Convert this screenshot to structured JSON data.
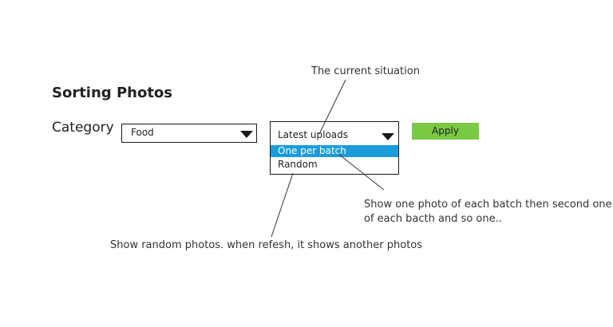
{
  "heading": "Sorting Photos",
  "filter": {
    "label": "Category",
    "value": "Food"
  },
  "sort": {
    "selected": "Latest uploads",
    "options": [
      "One per batch",
      "Random"
    ],
    "highlighted_index": 0
  },
  "apply_label": "Apply",
  "annotations": {
    "current": "The current situation",
    "one_per_batch_line1": "Show one photo of each batch then second one",
    "one_per_batch_line2": "of each bacth and so one..",
    "random": "Show random photos. when refesh, it shows another photos"
  },
  "colors": {
    "highlight": "#1a9cdb",
    "apply": "#7ac943"
  }
}
